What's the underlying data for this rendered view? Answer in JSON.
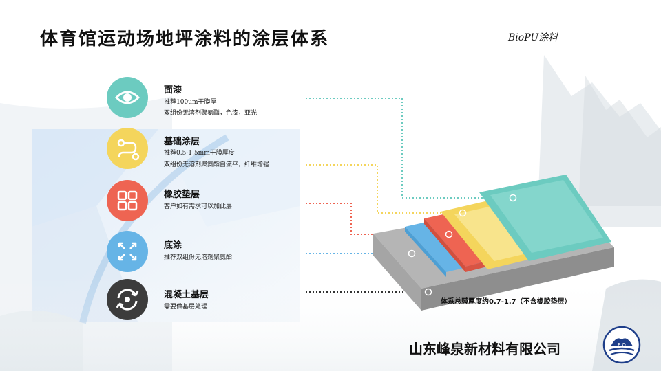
{
  "title": "体育馆运动场地坪涂料的涂层体系",
  "subtitle": "BioPU涂料",
  "colors": {
    "teal": "#6ccbc0",
    "yellow": "#f4d55c",
    "red": "#ee6452",
    "blue": "#66b4e6",
    "dark": "#3c3c3c",
    "concrete": "#9a9a9a"
  },
  "layers": [
    {
      "name": "面漆",
      "desc1": "推荐100μm干膜厚",
      "desc2": "双组份无溶剂聚氨酯，色漆，亚光",
      "icon": "eye-icon",
      "color": "#6ccbc0"
    },
    {
      "name": "基础涂层",
      "desc1": "推荐0.5-1.5mm干膜厚度",
      "desc2": "双组份无溶剂聚氨酯自流平，纤维增强",
      "icon": "path-icon",
      "color": "#f4d55c"
    },
    {
      "name": "橡胶垫层",
      "desc1": "客户如有需求可以加此层",
      "icon": "grid-icon",
      "color": "#ee6452"
    },
    {
      "name": "底涂",
      "desc1": "推荐双组份无溶剂聚氨酯",
      "icon": "expand-arrows-icon",
      "color": "#66b4e6"
    },
    {
      "name": "混凝土基层",
      "desc1": "需要做基层处理",
      "icon": "refresh-icon",
      "color": "#3c3c3c"
    }
  ],
  "note": "体系总膜厚度约0.7-1.7（不含橡胶垫层）",
  "company": "山东峰泉新材料有限公司",
  "logo_text": "F Q"
}
